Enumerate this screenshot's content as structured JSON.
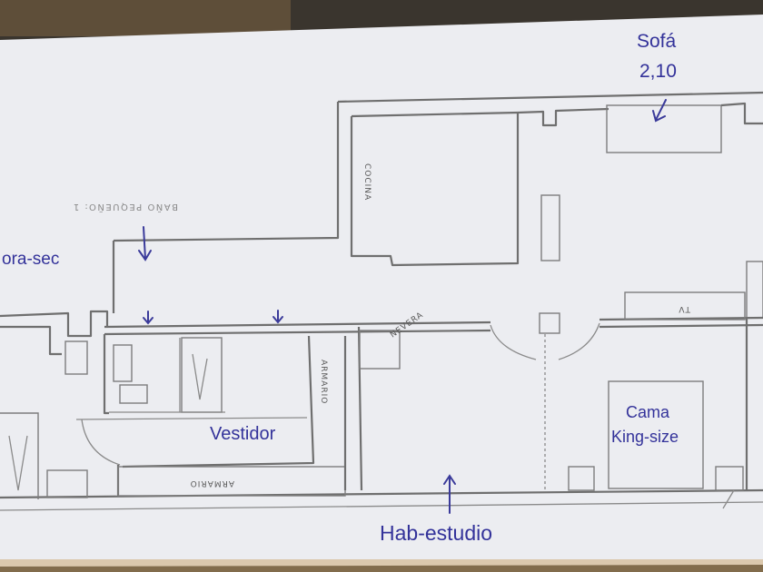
{
  "labels": {
    "sofa": "Sofá",
    "sofa_size": "2,10",
    "secadora": "ora-sec",
    "vestidor": "Vestidor",
    "cama": "Cama",
    "cama_size": "King-size",
    "hab_estudio": "Hab-estudio"
  },
  "plan_text": {
    "cocina": "COCINA",
    "bano_pequeno": "BAÑO PEQUEÑO: 1",
    "armario": "ARMARIO",
    "armario_bottom": "ARMARIO",
    "nevera": "NEVERA",
    "tv": "TV"
  },
  "colors": {
    "annotation_ink": "#33329a",
    "pencil": "#6f6f6f",
    "paper": "#ecedf1"
  }
}
